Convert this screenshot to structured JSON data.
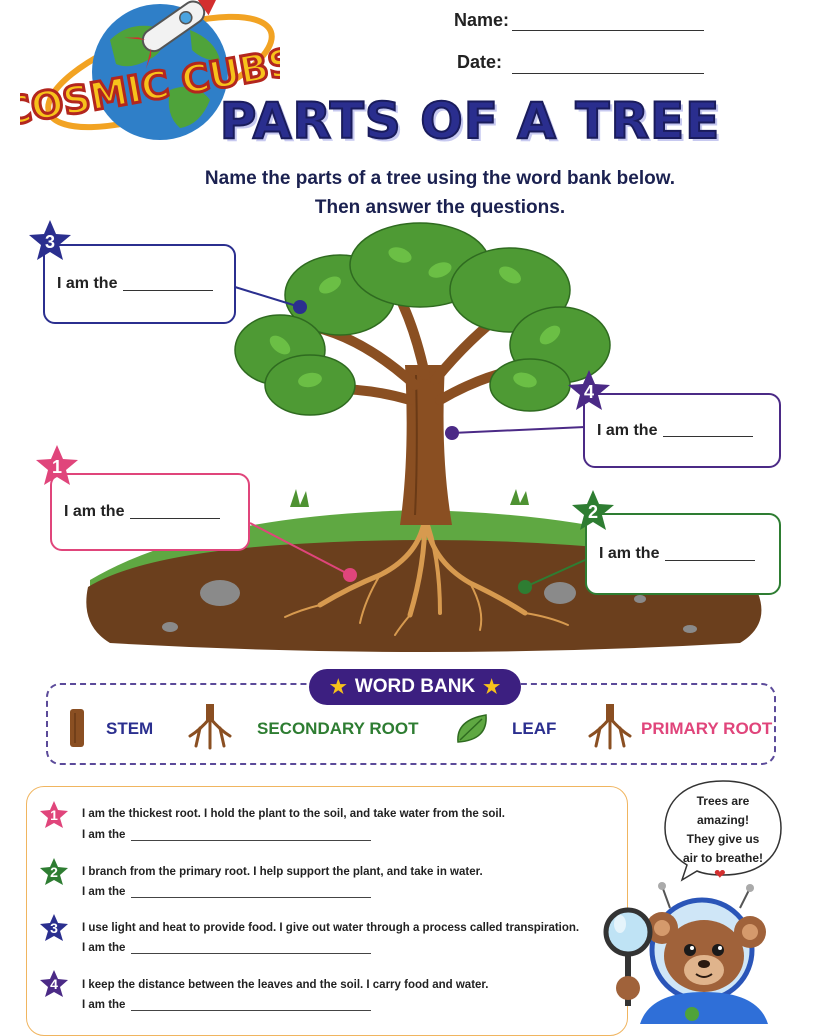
{
  "logo": {
    "text": "COSMIC CUBS"
  },
  "header": {
    "name_label": "Name:",
    "date_label": "Date:"
  },
  "title": "PARTS OF A TREE",
  "instructions": [
    "Name the parts of a tree using the word bank below.",
    "Then answer the questions."
  ],
  "labels": [
    {
      "number": "3",
      "text": "I am the",
      "color": "#2b2f8f"
    },
    {
      "number": "4",
      "text": "I am the",
      "color": "#4b2a86"
    },
    {
      "number": "1",
      "text": "I am the",
      "color": "#e0457b"
    },
    {
      "number": "2",
      "text": "I am the",
      "color": "#2e7d32"
    }
  ],
  "word_bank": {
    "title": "WORD BANK",
    "words": [
      {
        "text": "STEM",
        "color": "#2b2f8f"
      },
      {
        "text": "SECONDARY ROOT",
        "color": "#2e7d32"
      },
      {
        "text": "LEAF",
        "color": "#2b2f8f"
      },
      {
        "text": "PRIMARY ROOT",
        "color": "#e0457b"
      }
    ]
  },
  "questions": [
    {
      "number": "1",
      "color": "#e0457b",
      "text": "I am the thickest root. I hold the plant to the soil, and take water from the soil.",
      "answer_label": "I am the"
    },
    {
      "number": "2",
      "color": "#2e7d32",
      "text": "I branch from the primary root. I help support the plant, and take in water.",
      "answer_label": "I am the"
    },
    {
      "number": "3",
      "color": "#2b2f8f",
      "text": "I use light and heat to provide food. I give out water through a process called transpiration.",
      "answer_label": "I am the"
    },
    {
      "number": "4",
      "color": "#4b2a86",
      "text": "I keep the distance between the leaves and the soil. I carry food and water.",
      "answer_label": "I am the"
    }
  ],
  "bubble": {
    "lines": [
      "Trees are",
      "amazing!",
      "They give us",
      "air to breathe!"
    ]
  }
}
